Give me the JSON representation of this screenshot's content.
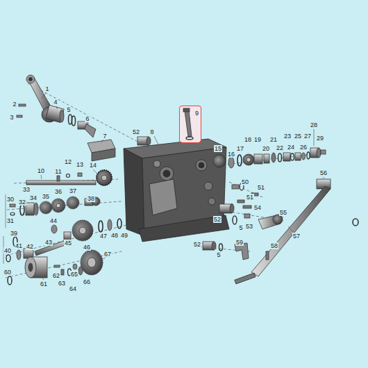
{
  "diagram": {
    "nodes": [
      {
        "text": [
          "9"
        ]
      }
    ],
    "labels": [
      "1",
      "2",
      "3",
      "4",
      "5",
      "6",
      "7",
      "52",
      "8",
      "15",
      "16",
      "17",
      "18",
      "19",
      "20",
      "21",
      "22",
      "23",
      "24",
      "25",
      "26",
      "27",
      "28",
      "29",
      "10",
      "11",
      "12",
      "13",
      "14",
      "30",
      "31",
      "32",
      "33",
      "34",
      "35",
      "36",
      "37",
      "38",
      "39",
      "40",
      "41",
      "42",
      "43",
      "44",
      "45",
      "46",
      "47",
      "48",
      "49",
      "50",
      "51",
      "51",
      "52",
      "53",
      "54",
      "5",
      "55",
      "56",
      "57",
      "52",
      "5",
      "59",
      "58",
      "60",
      "61",
      "62",
      "63",
      "64",
      "65",
      "66",
      "67"
    ]
  }
}
